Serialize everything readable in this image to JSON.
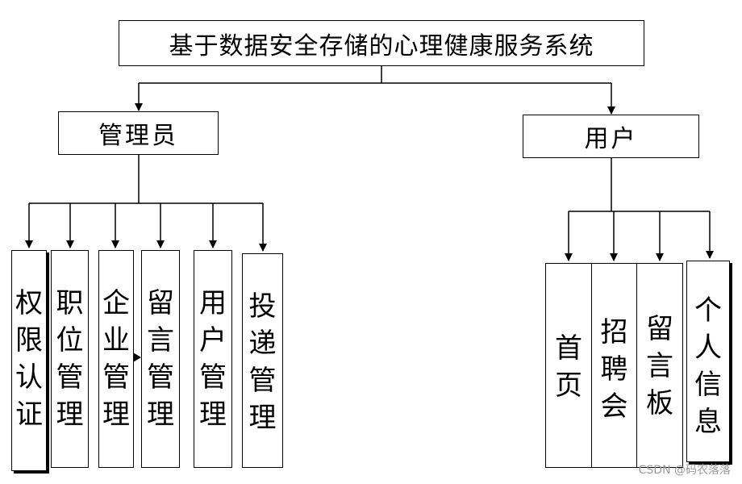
{
  "diagram": {
    "root": "基于数据安全存储的心理健康服务系统",
    "branches": [
      {
        "label": "管理员",
        "children": [
          "权限认证",
          "职位管理",
          "企业管理",
          "留言管理",
          "用户管理",
          "投递管理"
        ]
      },
      {
        "label": "用户",
        "children": [
          "首页",
          "招聘会",
          "留言板",
          "个人信息"
        ]
      }
    ]
  },
  "watermark": "CSDN @码农落落"
}
